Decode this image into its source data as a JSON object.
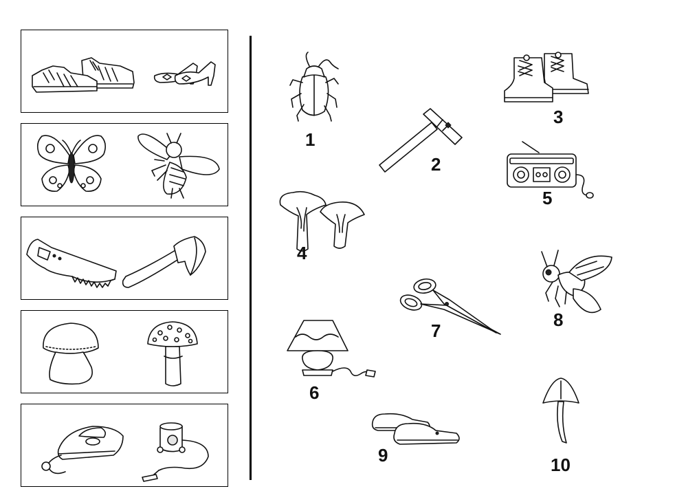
{
  "left_panel": {
    "groups": [
      {
        "id": "footwear",
        "left_icon": "sneakers-icon",
        "right_icon": "high-heels-icon"
      },
      {
        "id": "insects",
        "left_icon": "butterfly-icon",
        "right_icon": "bee-icon"
      },
      {
        "id": "tools",
        "left_icon": "saw-icon",
        "right_icon": "axe-icon"
      },
      {
        "id": "mushrooms",
        "left_icon": "porcini-mushroom-icon",
        "right_icon": "fly-agaric-icon"
      },
      {
        "id": "appliances",
        "left_icon": "iron-icon",
        "right_icon": "vacuum-cleaner-icon"
      }
    ]
  },
  "right_panel": {
    "items": [
      {
        "label": "1",
        "icon": "beetle-icon"
      },
      {
        "label": "2",
        "icon": "hammer-icon"
      },
      {
        "label": "3",
        "icon": "boots-icon"
      },
      {
        "label": "4",
        "icon": "chanterelle-icon"
      },
      {
        "label": "5",
        "icon": "radio-icon"
      },
      {
        "label": "6",
        "icon": "lamp-icon"
      },
      {
        "label": "7",
        "icon": "scissors-icon"
      },
      {
        "label": "8",
        "icon": "fly-icon"
      },
      {
        "label": "9",
        "icon": "slippers-icon"
      },
      {
        "label": "10",
        "icon": "toadstool-icon"
      }
    ]
  }
}
